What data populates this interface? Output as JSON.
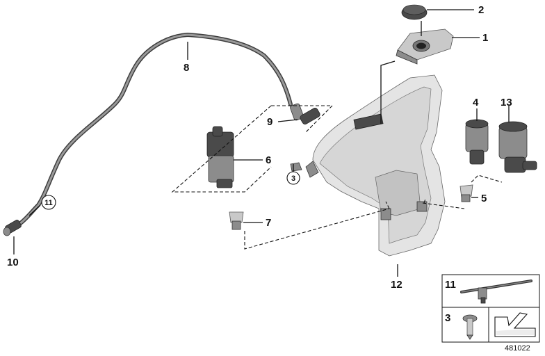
{
  "callouts": {
    "c1": "1",
    "c2": "2",
    "c3": "3",
    "c4": "4",
    "c5": "5",
    "c6": "6",
    "c7": "7",
    "c8": "8",
    "c9": "9",
    "c10": "10",
    "c11": "11",
    "c12": "12",
    "c13": "13"
  },
  "legend": {
    "row1_label": "11",
    "row2_label": "3"
  },
  "document_id": "481022"
}
